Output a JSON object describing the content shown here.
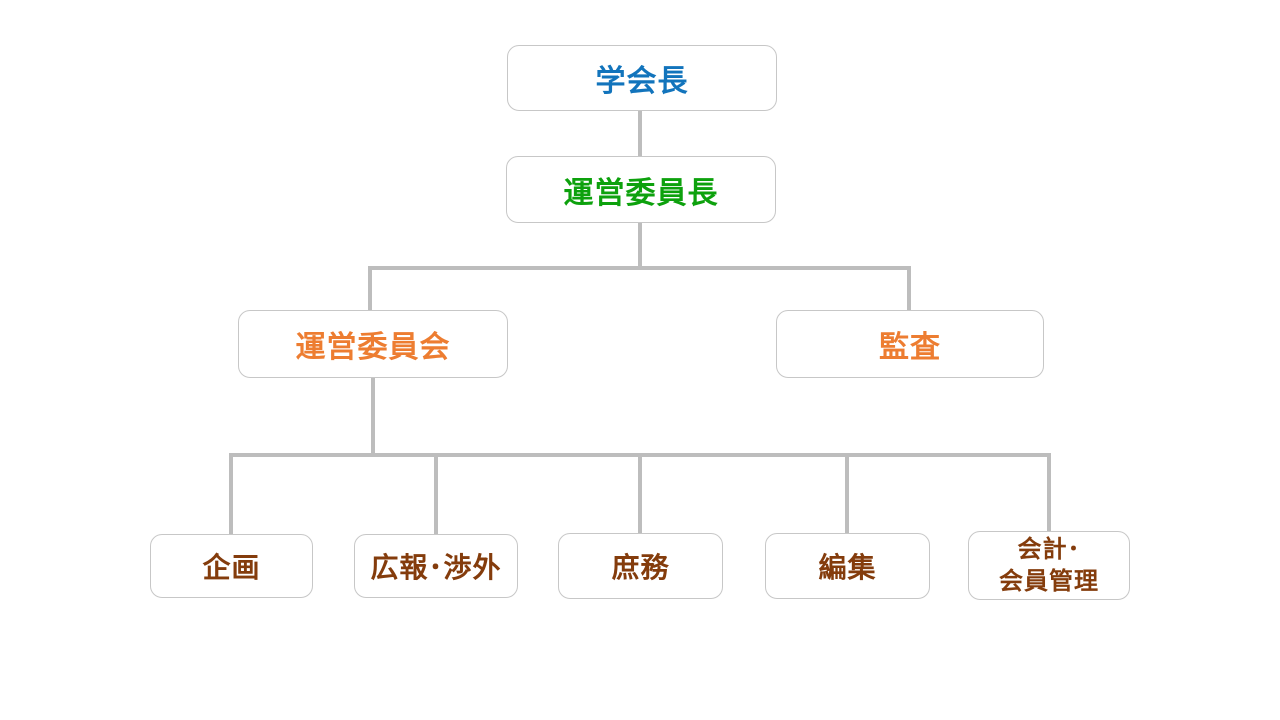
{
  "org_chart": {
    "type": "org-chart",
    "background": "#FFFFFF",
    "connector_color": "#BDBDBD",
    "box_border_color": "#C7C7C7",
    "nodes": [
      {
        "id": "president",
        "label": "学会長",
        "color": "#1274BC",
        "level": 1
      },
      {
        "id": "chair",
        "label": "運営委員長",
        "color": "#0DA10D",
        "level": 2
      },
      {
        "id": "steering_committee",
        "label": "運営委員会",
        "color": "#ED7D31",
        "level": 3
      },
      {
        "id": "audit",
        "label": "監査",
        "color": "#ED7D31",
        "level": 3
      },
      {
        "id": "planning",
        "label": "企画",
        "color": "#843C0C",
        "level": 4
      },
      {
        "id": "pr_liaison",
        "label": "広報･渉外",
        "color": "#843C0C",
        "level": 4
      },
      {
        "id": "general_affairs",
        "label": "庶務",
        "color": "#843C0C",
        "level": 4
      },
      {
        "id": "editing",
        "label": "編集",
        "color": "#843C0C",
        "level": 4
      },
      {
        "id": "accounting_membership",
        "label": "会計･\n会員管理",
        "color": "#843C0C",
        "level": 4
      }
    ],
    "edges": [
      {
        "from": "president",
        "to": "chair"
      },
      {
        "from": "chair",
        "to": "steering_committee"
      },
      {
        "from": "chair",
        "to": "audit"
      },
      {
        "from": "steering_committee",
        "to": "planning"
      },
      {
        "from": "steering_committee",
        "to": "pr_liaison"
      },
      {
        "from": "steering_committee",
        "to": "general_affairs"
      },
      {
        "from": "steering_committee",
        "to": "editing"
      },
      {
        "from": "steering_committee",
        "to": "accounting_membership"
      }
    ]
  }
}
